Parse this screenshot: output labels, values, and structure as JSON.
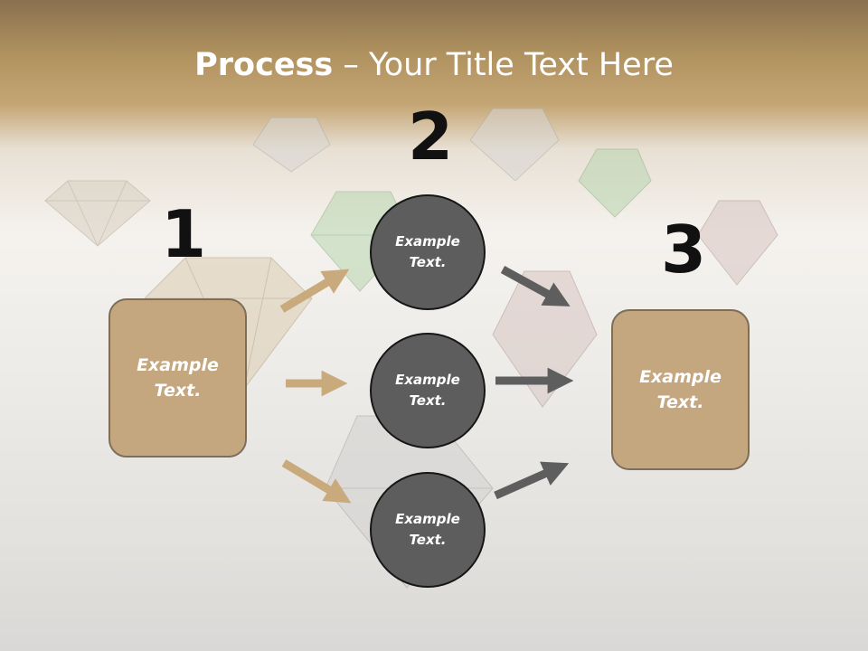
{
  "title": {
    "bold": "Process",
    "rest": " – Your Title Text Here"
  },
  "steps": [
    {
      "number": "1",
      "box": {
        "line1": "Example",
        "line2": "Text."
      }
    },
    {
      "number": "2",
      "circles": [
        {
          "line1": "Example",
          "line2": "Text."
        },
        {
          "line1": "Example",
          "line2": "Text."
        },
        {
          "line1": "Example",
          "line2": "Text."
        }
      ]
    },
    {
      "number": "3",
      "box": {
        "line1": "Example",
        "line2": "Text."
      }
    }
  ],
  "colors": {
    "box_fill": "#c4a77f",
    "circle_fill": "#5d5d5d",
    "tan_arrow": "#c9aa7c",
    "gray_arrow": "#5e5e5e"
  }
}
